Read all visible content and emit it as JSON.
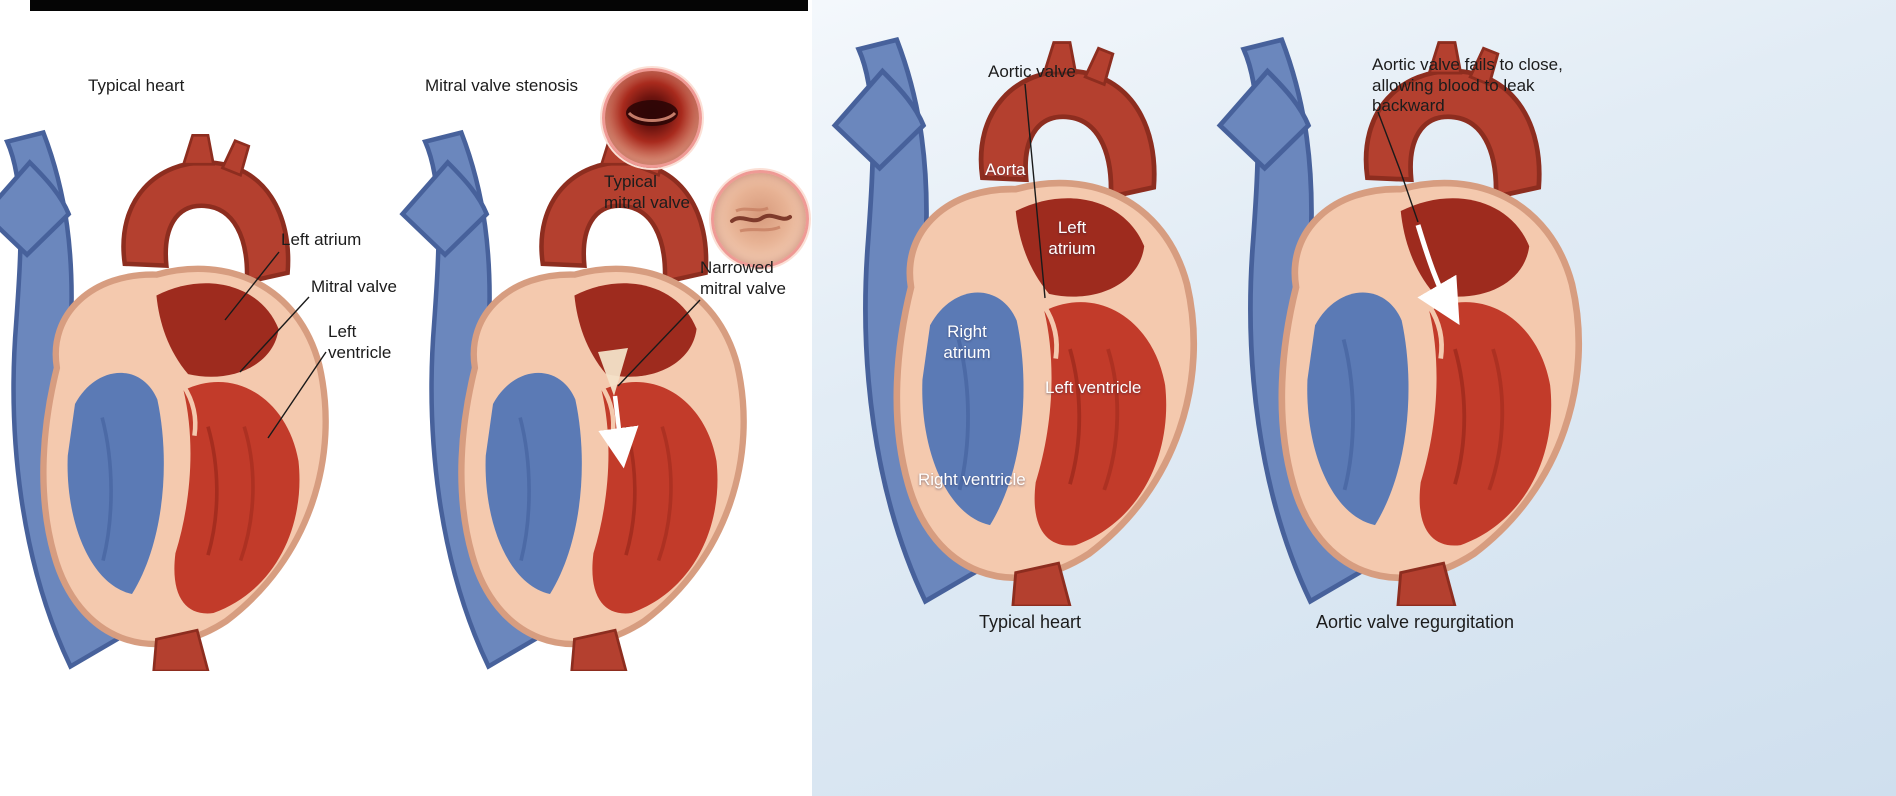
{
  "figures": {
    "typical_heart_left": {
      "title": "Typical heart",
      "label_left_atrium": "Left atrium",
      "label_mitral_valve": "Mitral valve",
      "label_left_ventricle": "Left ventricle"
    },
    "mitral_stenosis": {
      "title": "Mitral valve stenosis",
      "inset_typical_label": "Typical mitral valve",
      "inset_narrowed_label": "Narrowed mitral valve"
    },
    "typical_heart_right": {
      "caption": "Typical heart",
      "label_aortic_valve": "Aortic valve",
      "label_aorta": "Aorta",
      "label_left_atrium": "Left atrium",
      "label_left_ventricle": "Left ventricle",
      "label_right_atrium": "Right atrium",
      "label_right_ventricle": "Right ventricle"
    },
    "aortic_regurgitation": {
      "caption": "Aortic valve regurgitation",
      "annotation": "Aortic valve fails to close, allowing blood to leak backward"
    }
  },
  "colors": {
    "oxygenated_red": "#c23b2a",
    "dark_red_atrium": "#9e2b1e",
    "deoxygenated_blue": "#5b7ab5",
    "myocardium_peach": "#f4c9ae",
    "pulmonary_purple": "#8170ae",
    "right_panel_bg": "#dde9f3",
    "top_bar": "#050505"
  }
}
